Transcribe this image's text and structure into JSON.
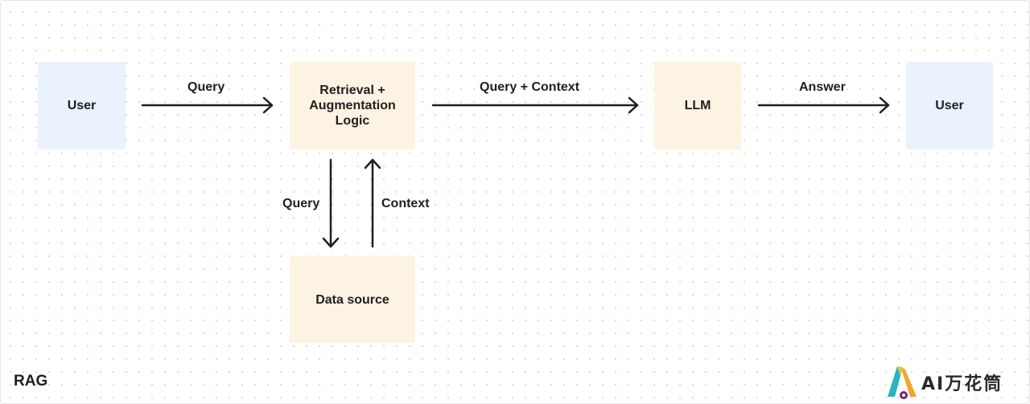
{
  "title": "RAG",
  "nodes": {
    "user_left": "User",
    "retrieval": "Retrieval +\nAugmentation\nLogic",
    "llm": "LLM",
    "user_right": "User",
    "data_source": "Data source"
  },
  "edges": {
    "user_to_retrieval": "Query",
    "retrieval_to_llm": "Query + Context",
    "llm_to_user": "Answer",
    "retrieval_to_source": "Query",
    "source_to_retrieval": "Context"
  },
  "logo": {
    "text": "AI万花筒"
  },
  "colors": {
    "user_fill": "#eaf2fe",
    "process_fill": "#fcf3e3",
    "arrow": "#1f1f1f"
  }
}
